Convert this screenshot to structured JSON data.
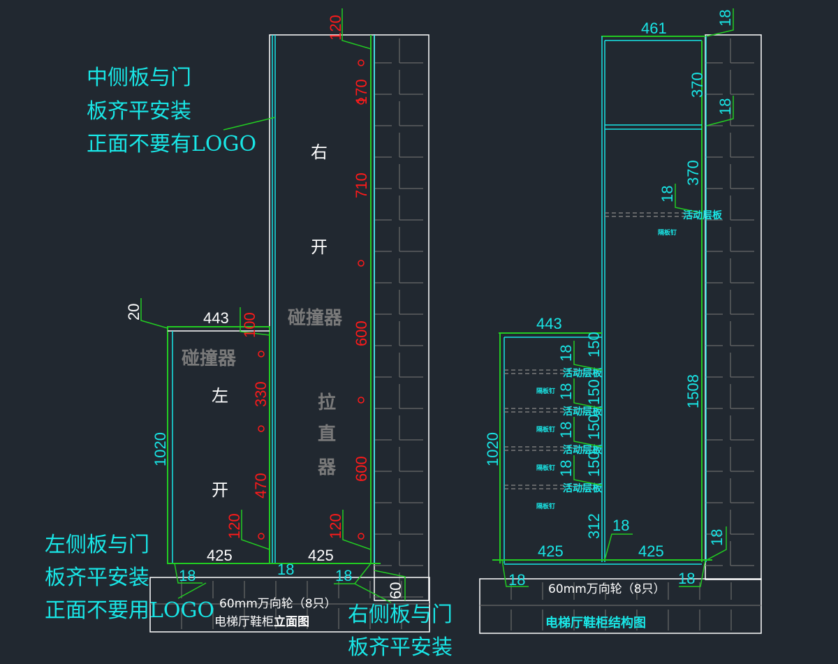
{
  "colors": {
    "background": "#212830",
    "cyan": "#19e6e6",
    "green": "#22cc22",
    "red": "#ff1a1a",
    "white": "#ffffff",
    "gray": "#7a7a7a"
  },
  "notes": {
    "middle": [
      "中侧板与门",
      "板齐平安装",
      "正面不要有LOGO"
    ],
    "left": [
      "左侧板与门",
      "板齐平安装",
      "正面不要用LOGO"
    ],
    "right": [
      "右侧板与门",
      "板齐平安装"
    ]
  },
  "elevation": {
    "caster_note": "60mm万向轮（8只）",
    "title_prefix": "电梯厅鞋柜",
    "title_bold": "立面图",
    "left_door_chars": [
      "左",
      "开"
    ],
    "right_door_chars": [
      "右",
      "开"
    ],
    "bumper_label": "碰撞器",
    "straightener_chars": [
      "拉",
      "直",
      "器"
    ],
    "dims": {
      "top_offset": "120",
      "hinge_170": "170",
      "hinge_710": "710",
      "hinge_600a": "600",
      "hinge_600b": "600",
      "bottom_right_120": "120",
      "left_top_20": "20",
      "left_width": "443",
      "left_100": "100",
      "left_330": "330",
      "left_470": "470",
      "left_120": "120",
      "left_height": "1020",
      "bottom_left_width": "425",
      "bottom_right_width": "425",
      "panel_18_left": "18",
      "panel_18_mid": "18",
      "panel_18_right": "18",
      "caster_60": "60"
    }
  },
  "structure": {
    "caster_note": "60mm万向轮（8只）",
    "title": "电梯厅鞋柜结构图",
    "shelf_label": "活动层板",
    "pin_label": "隔板钉",
    "dims": {
      "top_width": "461",
      "top_18": "18",
      "top_370": "370",
      "mid_18": "18",
      "upper_370": "370",
      "shelf_18": "18",
      "right_height": "1508",
      "left_width": "443",
      "left_height": "1020",
      "s1_18": "18",
      "s1_150": "150",
      "s2_18": "18",
      "s2_150": "150",
      "s3_18": "18",
      "s3_150": "150",
      "s4_18": "18",
      "s4_150": "150",
      "bottom_312": "312",
      "bottom_18_mid": "18",
      "bottom_left_425": "425",
      "bottom_right_425": "425",
      "bottom_right_18": "18",
      "base_left_18": "18",
      "base_right_18": "18"
    }
  }
}
